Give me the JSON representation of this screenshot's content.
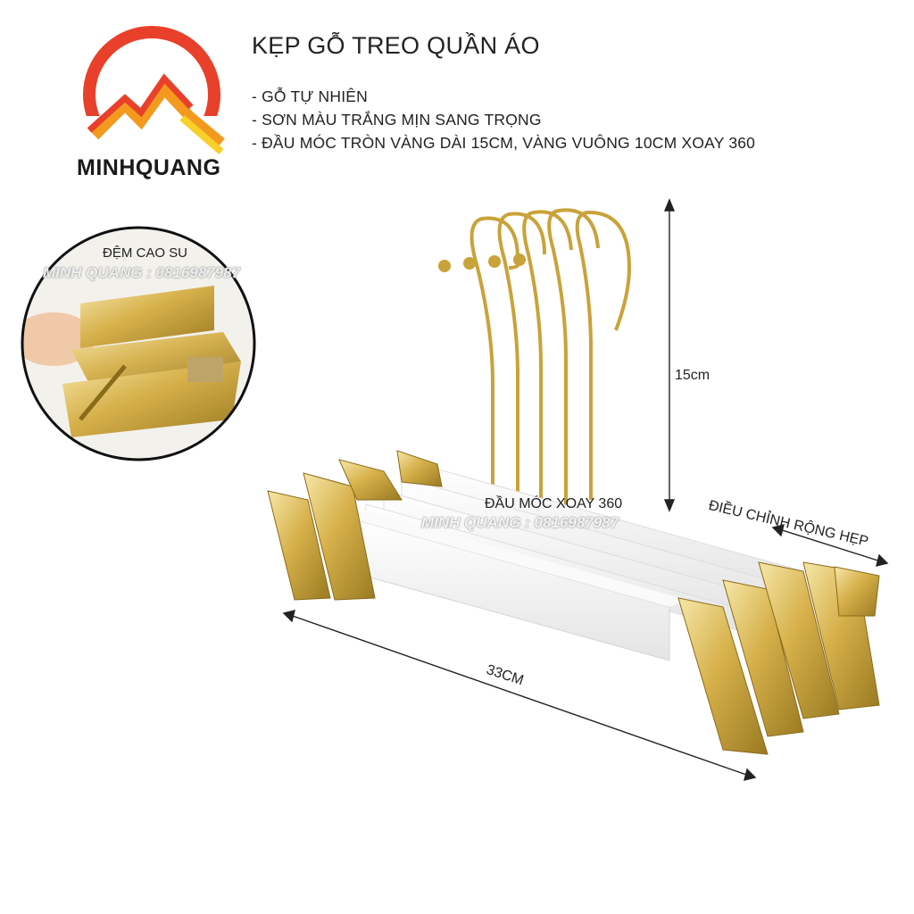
{
  "brand": {
    "name": "MINHQUANG",
    "colors": {
      "red": "#e8402a",
      "orange": "#f39a1e",
      "yellow": "#f9d02a"
    }
  },
  "product": {
    "title": "KẸP GỖ TREO QUẦN ÁO",
    "features": [
      "- GỖ TỰ NHIÊN",
      "- SƠN MÀU TRẮNG MỊN SANG TRỌNG",
      "- ĐẦU MÓC TRÒN VÀNG DÀI 15CM, VÀNG VUÔNG 10CM XOAY 360"
    ]
  },
  "annotations": {
    "rubber_pad": "ĐỆM CAO SU",
    "watermark_inset": "MINH QUANG : 0816987987",
    "watermark_main": "MINH QUANG : 0816987987",
    "hook_height": "15cm",
    "hook_rotate": "ĐẦU MÓC XOAY 360",
    "adjust_width": "ĐIỀU CHỈNH RỘNG HẸP",
    "length": "33CM"
  },
  "icons": [
    "minhquang-logo",
    "clip-closeup-photo",
    "hanger-stack-photo"
  ],
  "colors": {
    "gold": "#d6b04a",
    "gold_dark": "#9a7a22",
    "wood_white": "#f4f4f4"
  }
}
